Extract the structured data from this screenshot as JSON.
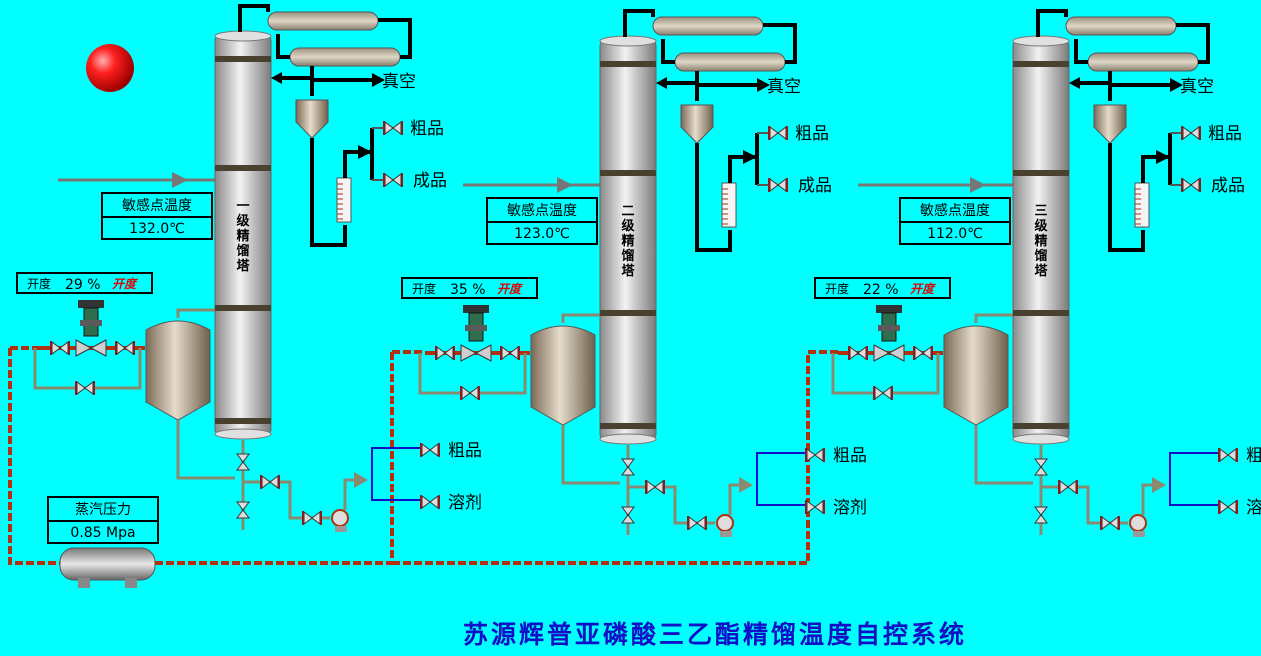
{
  "title": "苏源辉普亚磷酸三乙酯精馏温度自控系统",
  "alarm_color": "#e00000",
  "steam": {
    "label": "蒸汽压力",
    "value": "0.85  Mpa"
  },
  "columns": [
    {
      "name": "一级精馏塔",
      "temp_label": "敏感点温度",
      "temp_value": "132.0℃",
      "opening_label": "开度",
      "opening_value": "29 %",
      "opening_suffix": "开度",
      "vacuum": "真空",
      "crude": "粗品",
      "product": "成品",
      "bottom_crude": "粗品",
      "solvent": "溶剂"
    },
    {
      "name": "二级精馏塔",
      "temp_label": "敏感点温度",
      "temp_value": "123.0℃",
      "opening_label": "开度",
      "opening_value": "35 %",
      "opening_suffix": "开度",
      "vacuum": "真空",
      "crude": "粗品",
      "product": "成品",
      "bottom_crude": "粗品",
      "solvent": "溶剂"
    },
    {
      "name": "三级精馏塔",
      "temp_label": "敏感点温度",
      "temp_value": "112.0℃",
      "opening_label": "开度",
      "opening_value": "22 %",
      "opening_suffix": "开度",
      "vacuum": "真空",
      "crude": "粗品",
      "product": "成品",
      "bottom_crude": "粗品",
      "solvent": "溶剂"
    }
  ]
}
